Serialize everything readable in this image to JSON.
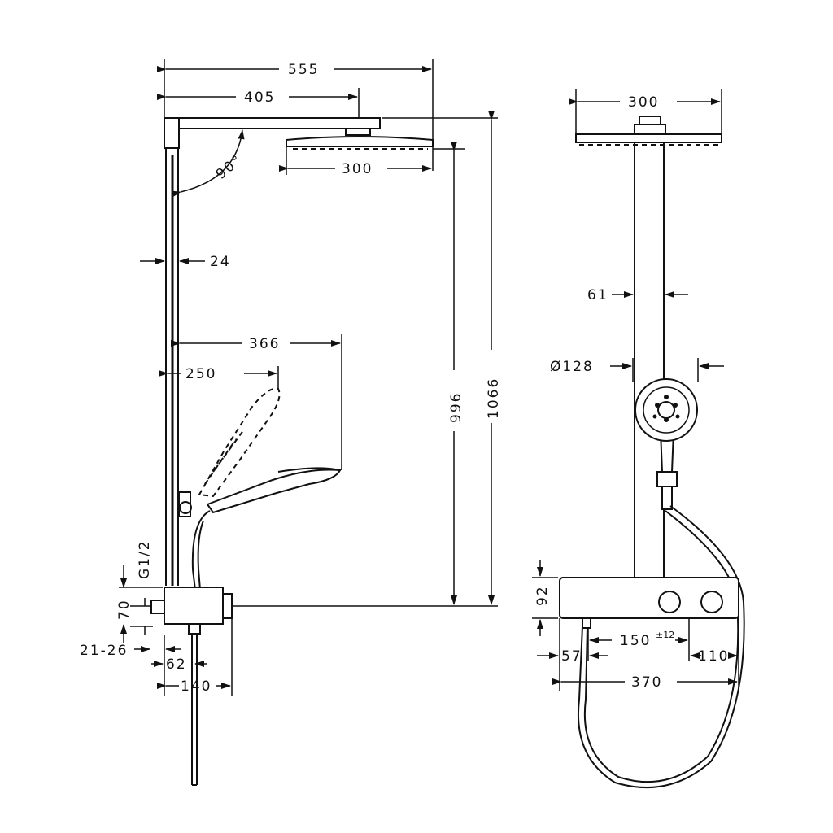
{
  "side_view": {
    "dim_total_width": "555",
    "dim_arm_reach": "405",
    "dim_head_width": "300",
    "dim_angle": "90°",
    "dim_rail_depth": "24",
    "dim_handshower_reach": "366",
    "dim_handshower_reach_min": "250",
    "dim_height_head": "996",
    "dim_height_total": "1066",
    "dim_connection": "G1/2",
    "dim_body_height": "70",
    "dim_wall_range": "21-26",
    "dim_body_offset": "62",
    "dim_body_depth": "140"
  },
  "front_view": {
    "dim_head_width": "300",
    "dim_rail_width": "61",
    "dim_handshower_dia": "Ø128",
    "dim_thermostat_height": "92",
    "dim_outlet_offset": "57",
    "dim_spacing": "150",
    "dim_spacing_tol": "±12",
    "dim_right_offset": "110",
    "dim_thermostat_width": "370"
  }
}
